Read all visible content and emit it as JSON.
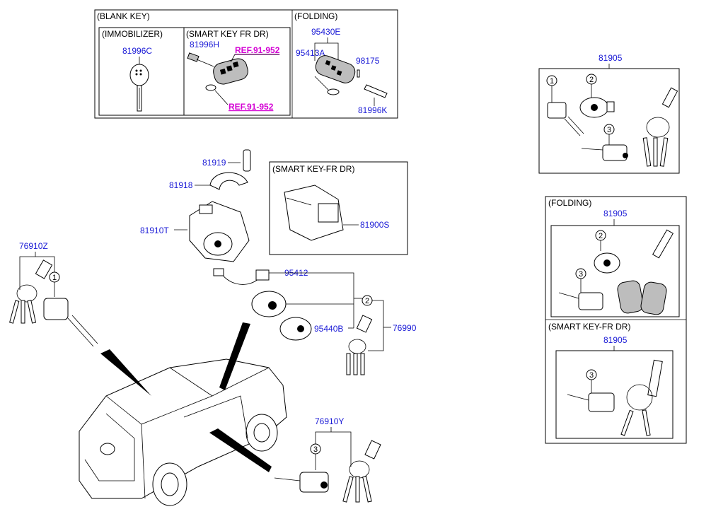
{
  "captions": {
    "blank_key": "(BLANK KEY)",
    "immobilizer": "(IMMOBILIZER)",
    "smart_key_fr_dr_top": "(SMART KEY FR DR)",
    "folding_top": "(FOLDING)",
    "smart_key_fr_dr_mid": "(SMART KEY-FR DR)",
    "folding_right": "(FOLDING)",
    "smart_key_fr_dr_right": "(SMART KEY-FR DR)"
  },
  "part_numbers": {
    "p81996C": "81996C",
    "p81996H": "81996H",
    "ref1": "REF.91-952",
    "ref2": "REF.91-952",
    "p95430E": "95430E",
    "p95413A": "95413A",
    "p98175": "98175",
    "p81996K": "81996K",
    "p81905_top": "81905",
    "p81919": "81919",
    "p81918": "81918",
    "p81910T": "81910T",
    "p81900S": "81900S",
    "p76910Z": "76910Z",
    "p95412": "95412",
    "p95440B": "95440B",
    "p76990": "76990",
    "p76910Y": "76910Y",
    "p81905_fold": "81905",
    "p81905_smart": "81905"
  },
  "callouts": {
    "c1_top": "1",
    "c2_top": "2",
    "c3_top": "3",
    "c1_left": "1",
    "c2_mid": "2",
    "c3_bottom": "3",
    "c2_fold": "2",
    "c3_fold": "3",
    "c3_smart": "3"
  },
  "colors": {
    "part_number": "#1a1ad6",
    "reference": "#d400d4",
    "line": "#000000"
  },
  "icons": [
    "blank-key-icon",
    "smart-key-fob-icon",
    "folding-key-icon",
    "door-lock-cylinder-icon",
    "ignition-lock-body-icon",
    "key-ring-icon",
    "vehicle-suv-icon",
    "smart-key-module-icon"
  ]
}
